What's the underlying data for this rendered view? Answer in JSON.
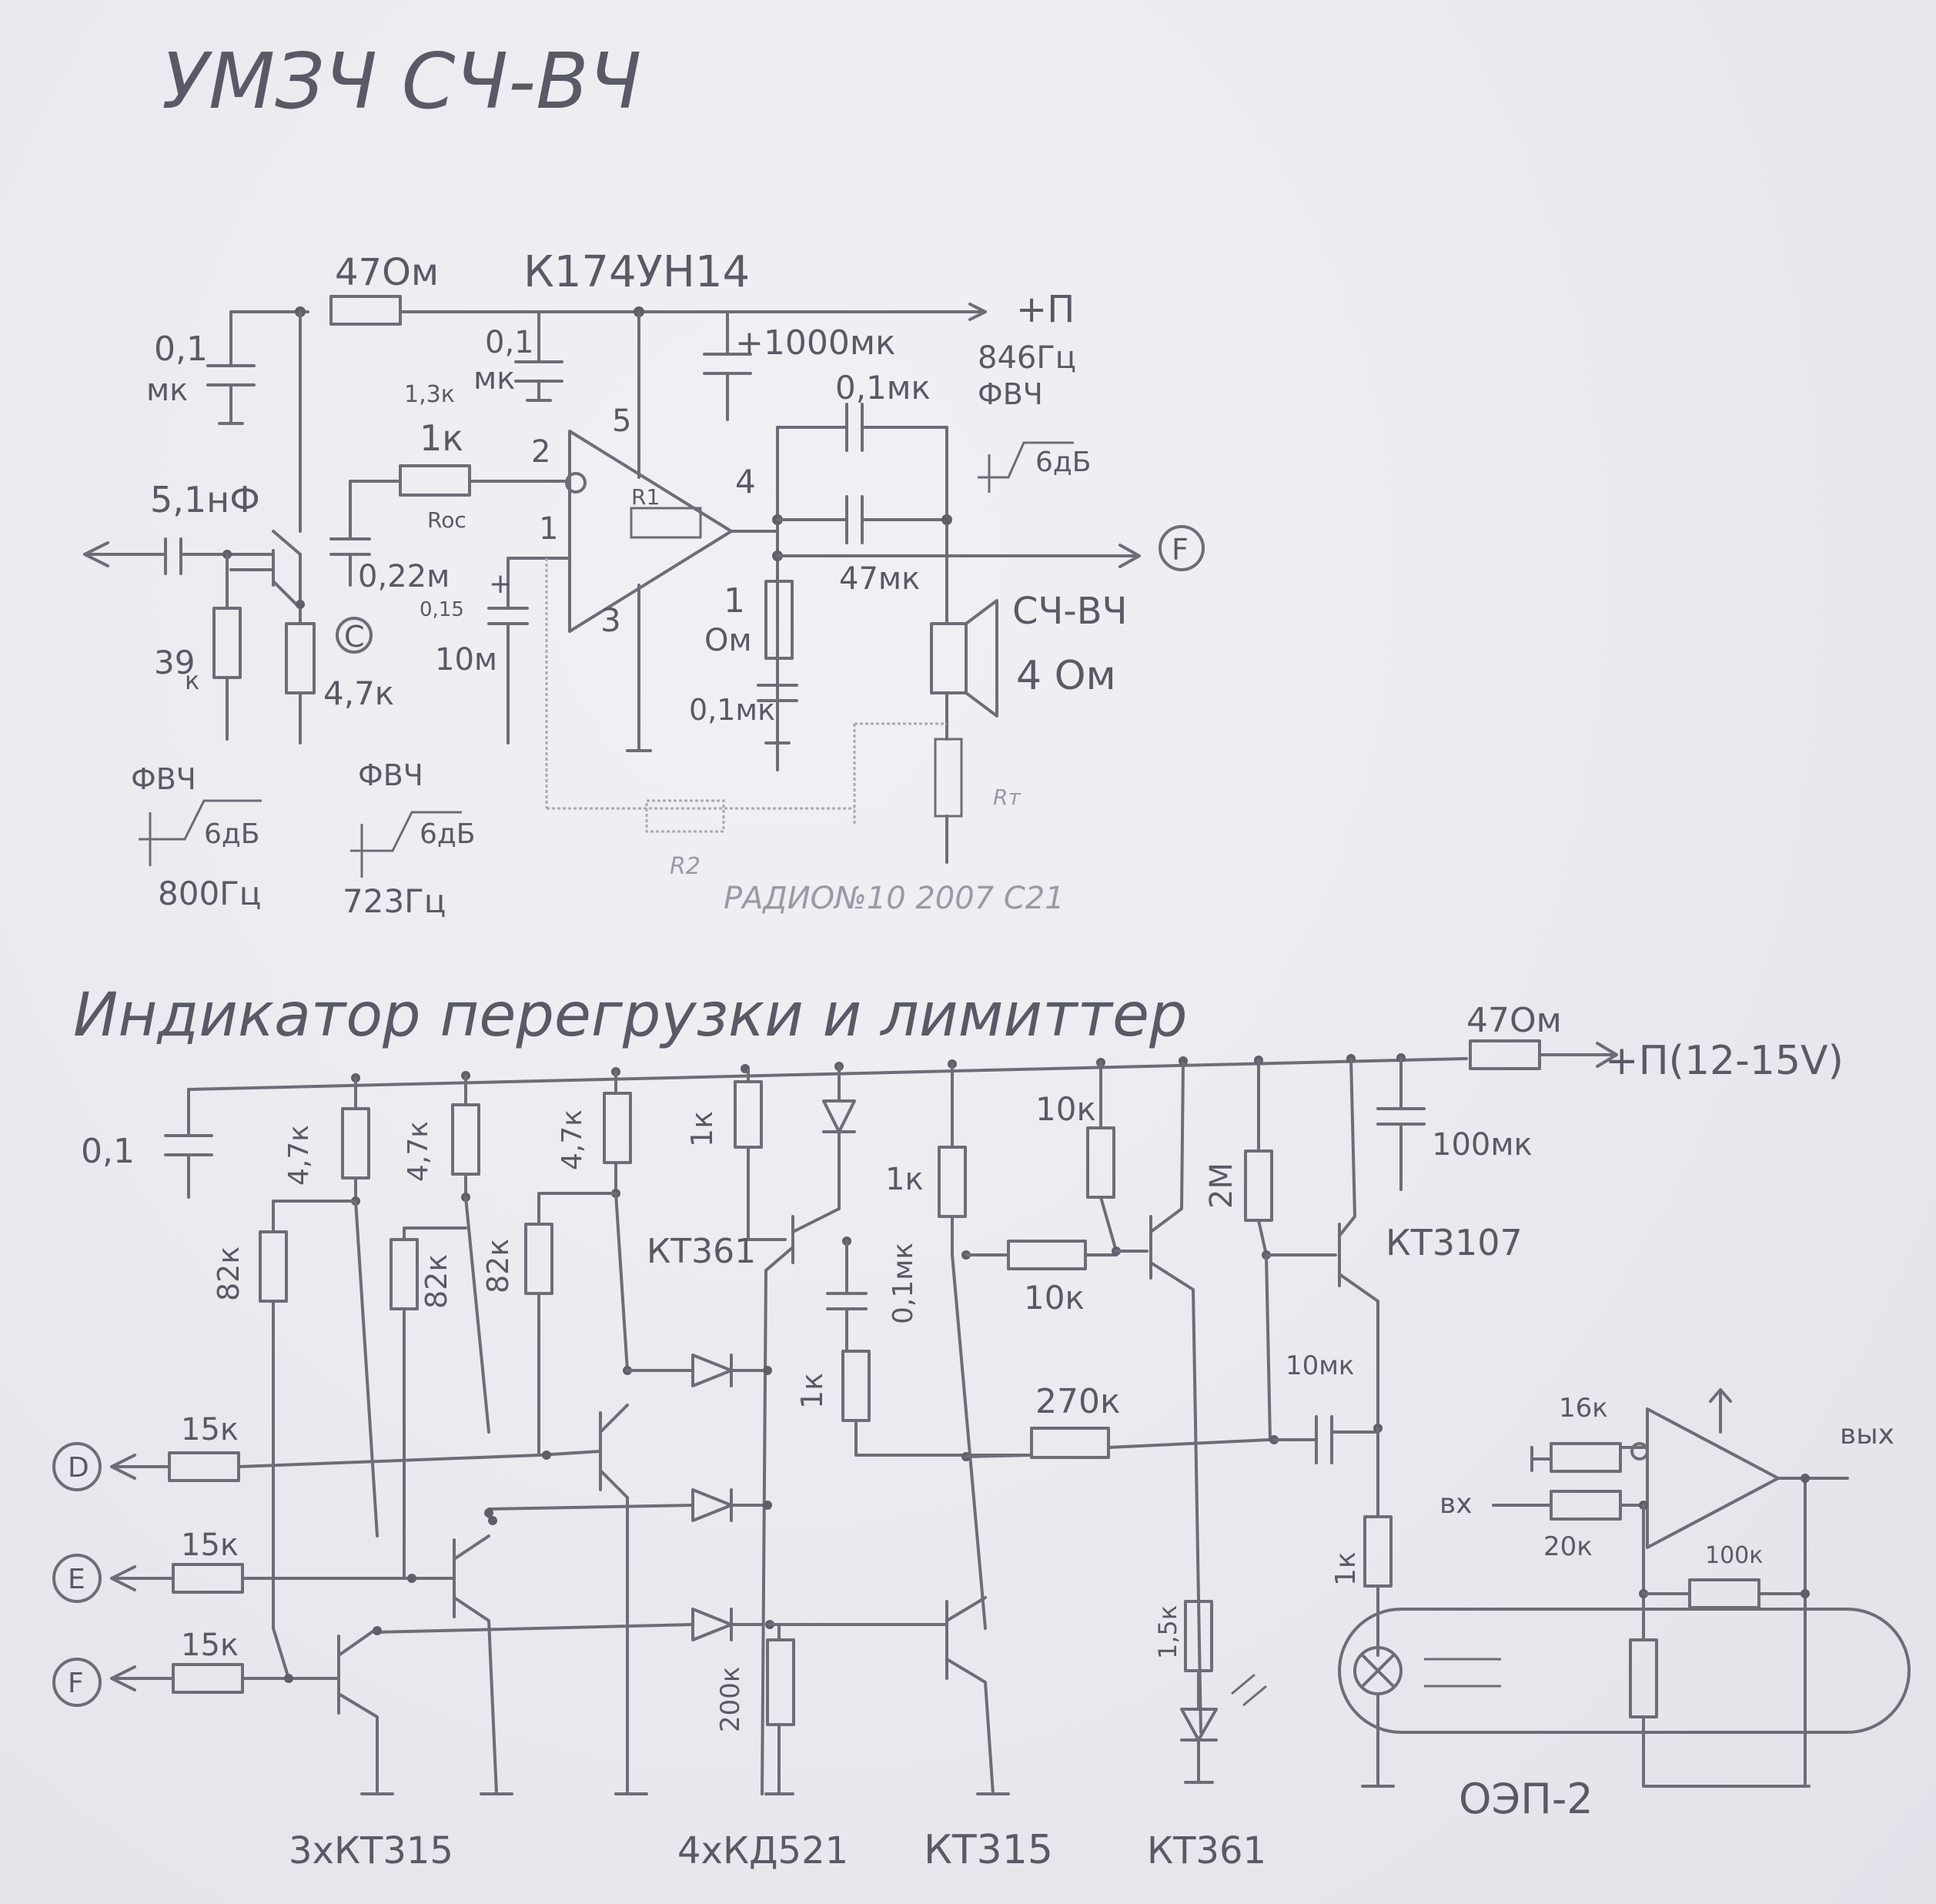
{
  "titles": {
    "top": "УМЗЧ СЧ-ВЧ",
    "bottom": "Индикатор перегрузки и лимиттер"
  },
  "top_circuit": {
    "r_supply": "47Ом",
    "ic": "К174УН14",
    "plus_p": "+П",
    "c_01_left_a": "0,1",
    "c_01_left_b": "мк",
    "c_01_mid_a": "0,1",
    "c_01_mid_b": "мк",
    "r_13k": "1,3к",
    "c_1000": "+1000мк",
    "c_01_fb": "0,1мк",
    "freq_846": "846Гц",
    "fvch_846": "ФВЧ",
    "db_846": "6дБ",
    "c_51n": "5,1нФ",
    "r_1k_oc": "1к",
    "pin2": "2",
    "pin1": "1",
    "pin5": "5",
    "pin4": "4",
    "pin3": "3",
    "roc": "Roc",
    "r1": "R1",
    "c_022": "0,22м",
    "c_015": "0,15",
    "node_c": "C",
    "c_10m": "10м",
    "plus": "+",
    "r_39k_a": "39",
    "r_39k_b": "к",
    "r_47k": "4,7к",
    "c_47mk": "47мк",
    "node_f": "F",
    "r_1om_a": "1",
    "r_1om_b": "Ом",
    "c_01mk_zobel": "0,1мк",
    "speaker_a": "СЧ-ВЧ",
    "speaker_b": "4 Ом",
    "rt": "Rт",
    "r2": "R2",
    "source": "РАДИО№10 2007 С21",
    "fvch_800": "ФВЧ",
    "db_800": "6дБ",
    "freq_800": "800Гц",
    "fvch_723": "ФВЧ",
    "db_723": "6дБ",
    "freq_723": "723Гц"
  },
  "bottom_circuit": {
    "r_supply": "47Ом",
    "supply": "+П(12-15V)",
    "c_01": "0,1",
    "r_47k_1": "4,7к",
    "r_47k_2": "4,7к",
    "r_47k_3": "4,7к",
    "r_82k_1": "82к",
    "r_82k_2": "82к",
    "r_82k_3": "82к",
    "r_1k_a": "1к",
    "kt361_a": "КТ361",
    "c_01mk": "0,1мк",
    "r_1k_b": "1к",
    "r_1k_c": "1к",
    "r_10k_a": "10к",
    "r_10k_b": "10к",
    "r_2m": "2М",
    "c_100": "100мк",
    "kt3107": "КТ3107",
    "c_10mk": "10мк",
    "r_270k": "270к",
    "r_15k_d": "15к",
    "r_15k_e": "15к",
    "r_15k_f": "15к",
    "node_d": "D",
    "node_e": "E",
    "node_f": "F",
    "r_200k": "200к",
    "r_1k_lamp": "1к",
    "r_15k_led": "1,5к",
    "r_16k": "16к",
    "r_20k": "20к",
    "r_100k": "100к",
    "vx": "вх",
    "vyx": "вых",
    "oep": "ОЭП-2",
    "parts_1": "3хКТ315",
    "parts_2": "4хКД521",
    "parts_3": "КТ315",
    "parts_4": "КТ361"
  }
}
